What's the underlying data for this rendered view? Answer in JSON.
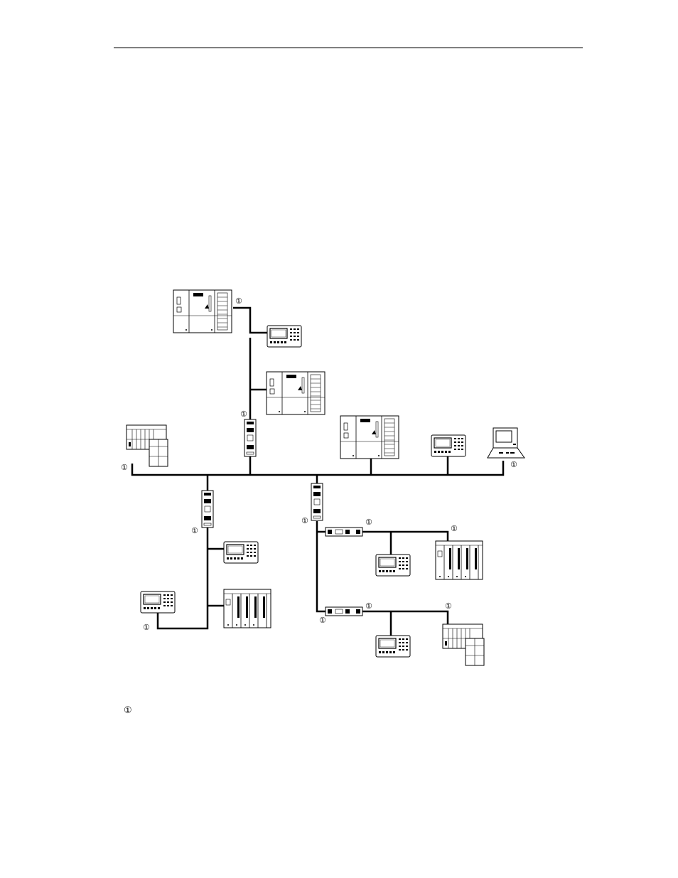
{
  "figure": {
    "callout_marker": "①",
    "footnote_marker": "①"
  },
  "devices": [
    {
      "id": "plc-s7-300-top",
      "kind": "plc-compact"
    },
    {
      "id": "op-panel-top",
      "kind": "operator-panel"
    },
    {
      "id": "plc-s7-300-middle",
      "kind": "plc-compact"
    },
    {
      "id": "repeater-upper",
      "kind": "repeater"
    },
    {
      "id": "et200-left",
      "kind": "distributed-io"
    },
    {
      "id": "plc-s7-300-right",
      "kind": "plc-compact"
    },
    {
      "id": "op-panel-right",
      "kind": "operator-panel"
    },
    {
      "id": "pg-laptop",
      "kind": "programming-device"
    },
    {
      "id": "repeater-left",
      "kind": "repeater"
    },
    {
      "id": "repeater-center",
      "kind": "repeater"
    },
    {
      "id": "op-panel-left-mid",
      "kind": "operator-panel"
    },
    {
      "id": "op-panel-left-low",
      "kind": "operator-panel"
    },
    {
      "id": "plc-s7-400-left",
      "kind": "plc-rack"
    },
    {
      "id": "terminal-bus-1",
      "kind": "bus-terminal"
    },
    {
      "id": "op-panel-center-1",
      "kind": "operator-panel"
    },
    {
      "id": "plc-s7-400-right",
      "kind": "plc-rack"
    },
    {
      "id": "terminal-bus-2",
      "kind": "bus-terminal"
    },
    {
      "id": "op-panel-center-2",
      "kind": "operator-panel"
    },
    {
      "id": "et200-right",
      "kind": "distributed-io"
    }
  ]
}
